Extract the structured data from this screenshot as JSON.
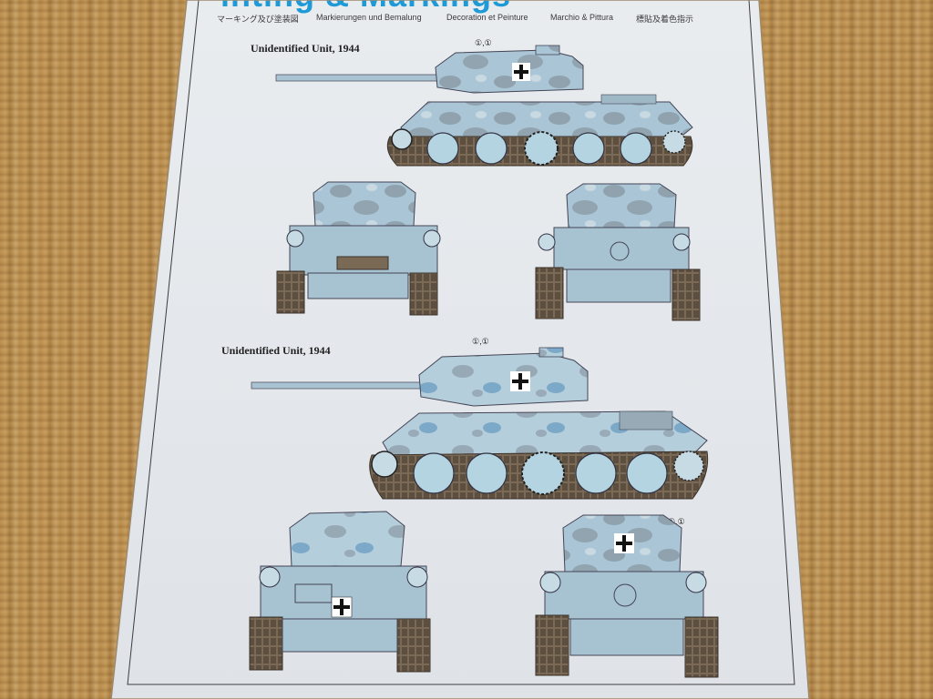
{
  "sheet": {
    "title_partial": "inting & Markings",
    "languages": [
      "マーキング及び塗装図",
      "Markierungen und Bemalung",
      "Decoration et Peinture",
      "Marchio & Pittura",
      "標貼及着色指示"
    ]
  },
  "schemes": [
    {
      "label": "Unidentified Unit, 1944",
      "decal_ref": "①,①"
    },
    {
      "label": "Unidentified Unit, 1944",
      "decal_ref": "①,①"
    }
  ],
  "rear_decal_ref": "①,①",
  "colors": {
    "paper": "#e6e9ec",
    "camo_base": "#aac6d6",
    "camo_grey": "#8a9aa6",
    "accent_blue": "#1e9ad6",
    "mat": "#b78a4a"
  }
}
